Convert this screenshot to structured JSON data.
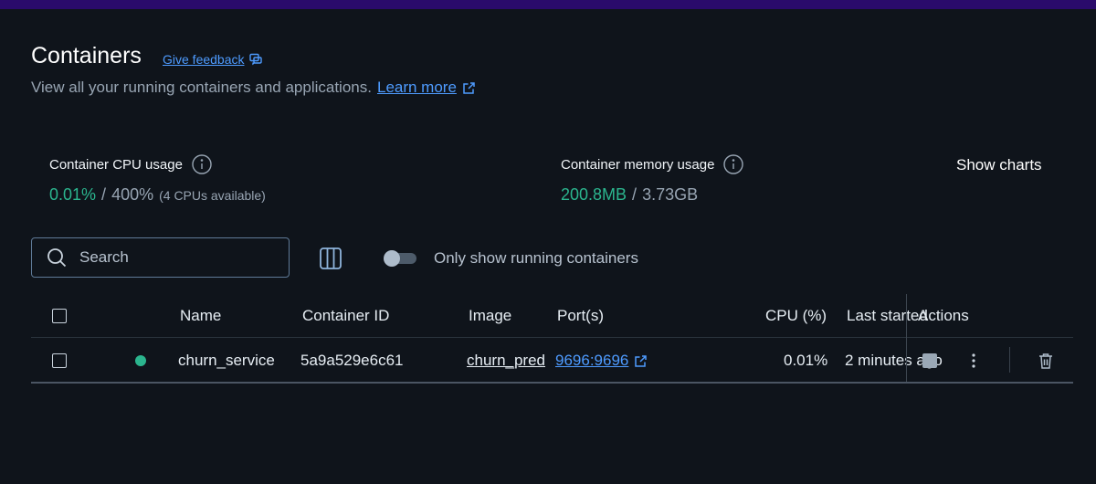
{
  "page": {
    "title": "Containers",
    "feedback_label": "Give feedback",
    "subtitle": "View all your running containers and applications.",
    "learn_more": "Learn more"
  },
  "metrics": {
    "cpu": {
      "label": "Container CPU usage",
      "used": "0.01%",
      "separator": "/",
      "total": "400%",
      "note": "(4 CPUs available)"
    },
    "memory": {
      "label": "Container memory usage",
      "used": "200.8MB",
      "separator": "/",
      "total": "3.73GB"
    },
    "show_charts": "Show charts"
  },
  "toolbar": {
    "search_placeholder": "Search",
    "toggle_label": "Only show running containers",
    "toggle_on": false
  },
  "table": {
    "headers": {
      "name": "Name",
      "container_id": "Container ID",
      "image": "Image",
      "ports": "Port(s)",
      "cpu": "CPU (%)",
      "last_started": "Last started",
      "actions": "Actions"
    },
    "rows": [
      {
        "status": "running",
        "name": "churn_service",
        "container_id": "5a9a529e6c61",
        "image": "churn_pred",
        "port": "9696:9696",
        "cpu": "0.01%",
        "last_started": "2 minutes ago"
      }
    ]
  },
  "colors": {
    "background": "#0f141b",
    "accent_link": "#4e9bff",
    "status_green": "#2bb58e",
    "top_bar": "#2a0b6b"
  },
  "icons": [
    "feedback-icon",
    "external-link-icon",
    "info-icon",
    "search-icon",
    "columns-icon",
    "stop-icon",
    "more-vertical-icon",
    "trash-icon"
  ]
}
